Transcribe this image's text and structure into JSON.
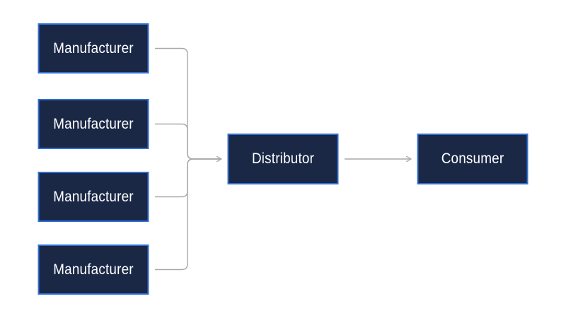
{
  "diagram": {
    "manufacturers": [
      {
        "label": "Manufacturer"
      },
      {
        "label": "Manufacturer"
      },
      {
        "label": "Manufacturer"
      },
      {
        "label": "Manufacturer"
      }
    ],
    "distributor": {
      "label": "Distributor"
    },
    "consumer": {
      "label": "Consumer"
    }
  },
  "colors": {
    "node_fill": "#1a2846",
    "node_border": "#2f6fd6",
    "node_text": "#ffffff",
    "connector": "#a9a9a9"
  }
}
